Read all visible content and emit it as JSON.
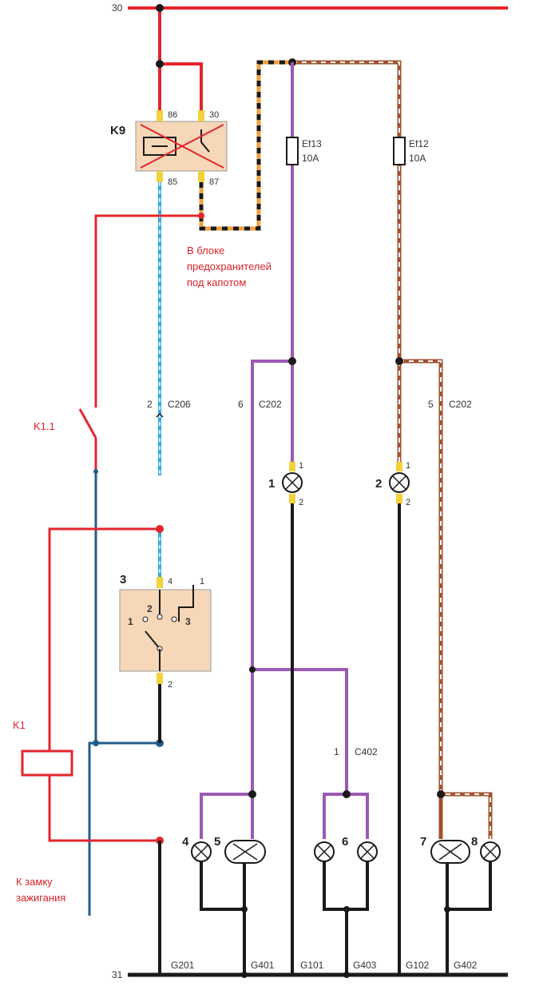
{
  "colors": {
    "red": "#e3262d",
    "purple": "#9b59b6",
    "black": "#1a1a1a",
    "blue": "#1f5d8c",
    "light_blue": "#35a9e0",
    "orange": "#f2a03c",
    "brown": "#a0522d",
    "connector": "#f2d13a",
    "component_fill": "#f6d7b8"
  },
  "buses": {
    "top": "30",
    "bottom": "31"
  },
  "relay": {
    "label": "K9",
    "pins": [
      "86",
      "30",
      "85",
      "87"
    ]
  },
  "fuses": [
    {
      "name": "Ef13",
      "rating": "10A"
    },
    {
      "name": "Ef12",
      "rating": "10A"
    }
  ],
  "notes": {
    "fuse_box": [
      "В блоке",
      "предохранителей",
      "под капотом"
    ],
    "ignition": [
      "К замку",
      "зажигания"
    ]
  },
  "relay_k1": {
    "label": "K1",
    "contact_label": "K1.1"
  },
  "switch": {
    "label": "3",
    "pin_top": "4",
    "pin_side": "1",
    "pin_bottom": "2",
    "positions": [
      "2",
      "1",
      "3"
    ]
  },
  "connectors": [
    {
      "pin": "2",
      "name": "C206"
    },
    {
      "pin": "6",
      "name": "C202"
    },
    {
      "pin": "5",
      "name": "C202"
    },
    {
      "pin": "1",
      "name": "C402"
    }
  ],
  "lamps": {
    "lamp1": {
      "label": "1",
      "pin_a": "1",
      "pin_b": "2"
    },
    "lamp2": {
      "label": "2",
      "pin_a": "1",
      "pin_b": "2"
    },
    "others": [
      "4",
      "5",
      "6",
      "7",
      "8"
    ]
  },
  "grounds": [
    "G201",
    "G401",
    "G101",
    "G403",
    "G102",
    "G402"
  ]
}
